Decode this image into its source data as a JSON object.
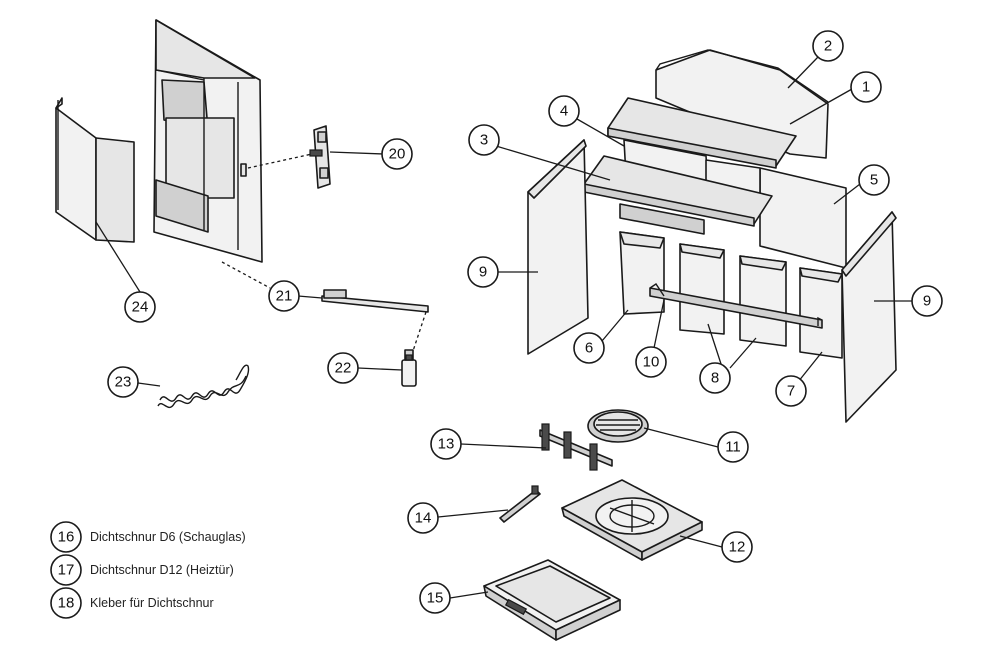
{
  "callouts": [
    "1",
    "2",
    "3",
    "4",
    "5",
    "6",
    "7",
    "8",
    "9",
    "10",
    "11",
    "12",
    "13",
    "14",
    "15",
    "20",
    "21",
    "22",
    "23",
    "24"
  ],
  "callout_nine": "9",
  "legend": [
    {
      "number": "16",
      "text": "Dichtschnur D6 (Schauglas)"
    },
    {
      "number": "17",
      "text": "Dichtschnur D12 (Heiztür)"
    },
    {
      "number": "18",
      "text": "Kleber für Dichtschnur"
    }
  ],
  "colors": {
    "line": "#1a1a1a",
    "fill": "#e6e6e6",
    "background": "#ffffff"
  }
}
